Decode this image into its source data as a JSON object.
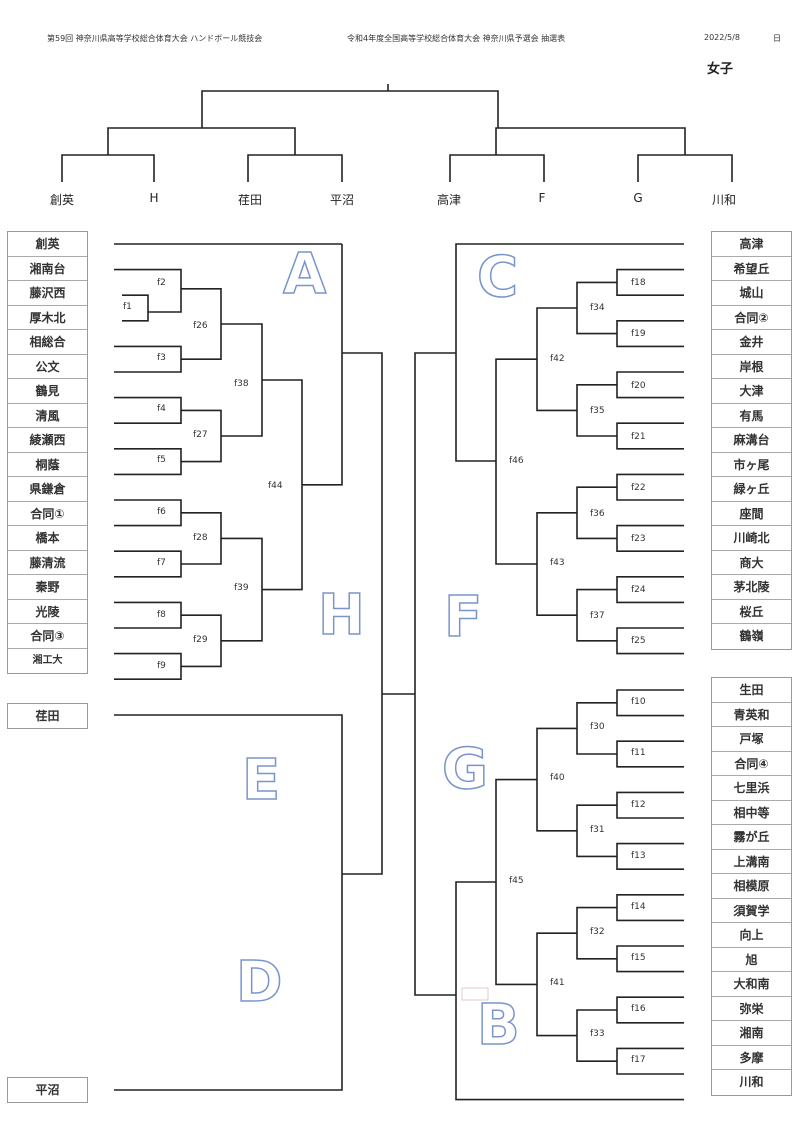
{
  "header": {
    "title_left": "第59回 神奈川県高等学校総合体育大会 ハンドボール競技会",
    "title_right": "令和4年度全国高等学校総合体育大会 神奈川県予選会 抽選表",
    "date": "2022/5/8",
    "day": "日",
    "division": "女子"
  },
  "top_bracket": {
    "labels": [
      "創英",
      "H",
      "荏田",
      "平沼",
      "高津",
      "F",
      "G",
      "川和"
    ]
  },
  "zones": [
    "A",
    "B",
    "C",
    "D",
    "E",
    "F",
    "G",
    "H"
  ],
  "left_teams": [
    "創英",
    "湘南台",
    "藤沢西",
    "厚木北",
    "相総合",
    "公文",
    "鶴見",
    "清風",
    "綾瀬西",
    "桐蔭",
    "県鎌倉",
    "合同①",
    "橋本",
    "藤清流",
    "秦野",
    "光陵",
    "合同③",
    "湘工大"
  ],
  "left_single_top": "荏田",
  "left_single_bottom": "平沼",
  "right_teams_top": [
    "高津",
    "希望丘",
    "城山",
    "合同②",
    "金井",
    "岸根",
    "大津",
    "有馬",
    "麻溝台",
    "市ヶ尾",
    "緑ヶ丘",
    "座間",
    "川崎北",
    "商大",
    "茅北陵",
    "桜丘",
    "鶴嶺"
  ],
  "right_teams_bottom": [
    "生田",
    "青英和",
    "戸塚",
    "合同④",
    "七里浜",
    "相中等",
    "霧が丘",
    "上溝南",
    "相模原",
    "須賀学",
    "向上",
    "旭",
    "大和南",
    "弥栄",
    "湘南",
    "多摩",
    "川和"
  ],
  "matches": {
    "f1": "f1",
    "f2": "f2",
    "f3": "f3",
    "f4": "f4",
    "f5": "f5",
    "f6": "f6",
    "f7": "f7",
    "f8": "f8",
    "f9": "f9",
    "f10": "f10",
    "f11": "f11",
    "f12": "f12",
    "f13": "f13",
    "f14": "f14",
    "f15": "f15",
    "f16": "f16",
    "f17": "f17",
    "f18": "f18",
    "f19": "f19",
    "f20": "f20",
    "f21": "f21",
    "f22": "f22",
    "f23": "f23",
    "f24": "f24",
    "f25": "f25",
    "f26": "f26",
    "f27": "f27",
    "f28": "f28",
    "f29": "f29",
    "f30": "f30",
    "f31": "f31",
    "f32": "f32",
    "f33": "f33",
    "f34": "f34",
    "f35": "f35",
    "f36": "f36",
    "f37": "f37",
    "f38": "f38",
    "f39": "f39",
    "f40": "f40",
    "f41": "f41",
    "f42": "f42",
    "f43": "f43",
    "f44": "f44",
    "f45": "f45",
    "f46": "f46"
  }
}
